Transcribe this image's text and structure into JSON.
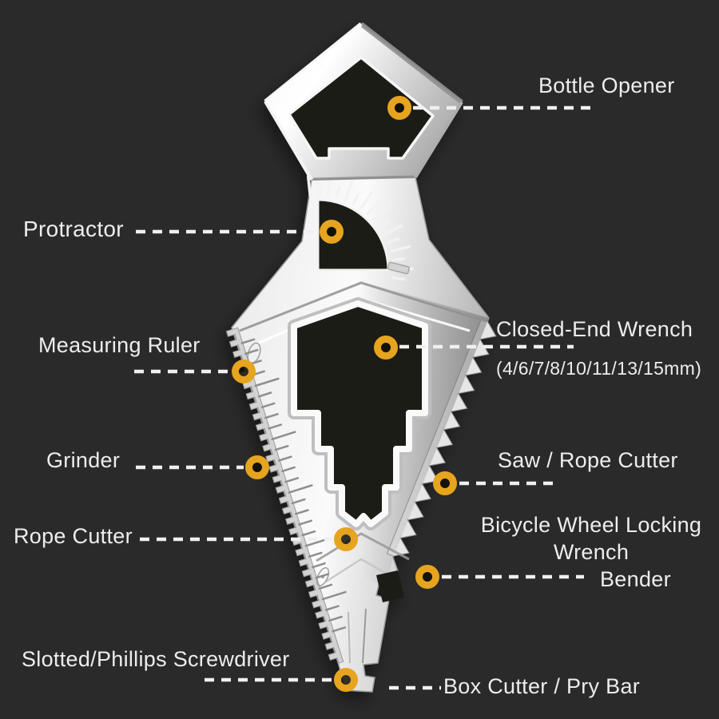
{
  "product_view": "multi-tool annotated feature diagram",
  "colors": {
    "background": "#2a2a2a",
    "marker_ring": "#e6a41f",
    "leader_line": "#f0f0f0",
    "label_text": "#ededed",
    "tool_hole": "#1b1b19"
  },
  "annotations": [
    {
      "id": "bottle-opener",
      "label": "Bottle Opener"
    },
    {
      "id": "protractor",
      "label": "Protractor"
    },
    {
      "id": "measuring-ruler",
      "label": "Measuring Ruler"
    },
    {
      "id": "closed-end-wrench",
      "label": "Closed-End Wrench",
      "sublabel": "(4/6/7/8/10/11/13/15mm)"
    },
    {
      "id": "grinder",
      "label": "Grinder"
    },
    {
      "id": "saw-rope-cutter",
      "label": "Saw / Rope Cutter"
    },
    {
      "id": "rope-cutter",
      "label": "Rope Cutter"
    },
    {
      "id": "bicycle-wrench-bender",
      "label": "Bicycle Wheel Locking Wrench",
      "sublabel": "Bender"
    },
    {
      "id": "screwdriver",
      "label": "Slotted/Phillips Screwdriver"
    },
    {
      "id": "box-cutter",
      "label": "Box Cutter / Pry Bar"
    }
  ]
}
